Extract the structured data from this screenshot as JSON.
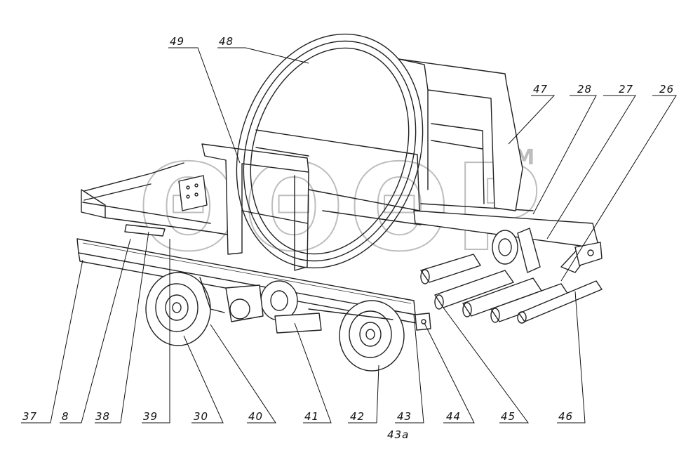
{
  "watermark": {
    "text": "ΘΘΘΡ",
    "tm": "TM"
  },
  "callouts_bottom": [
    {
      "id": "37"
    },
    {
      "id": "8"
    },
    {
      "id": "38"
    },
    {
      "id": "39"
    },
    {
      "id": "30"
    },
    {
      "id": "40"
    },
    {
      "id": "41"
    },
    {
      "id": "42"
    },
    {
      "id": "43"
    },
    {
      "id": "44"
    },
    {
      "id": "45"
    },
    {
      "id": "46"
    }
  ],
  "callouts_top": [
    {
      "id": "49"
    },
    {
      "id": "48"
    },
    {
      "id": "47"
    },
    {
      "id": "28"
    },
    {
      "id": "27"
    },
    {
      "id": "26"
    }
  ],
  "sub_label": "43а"
}
